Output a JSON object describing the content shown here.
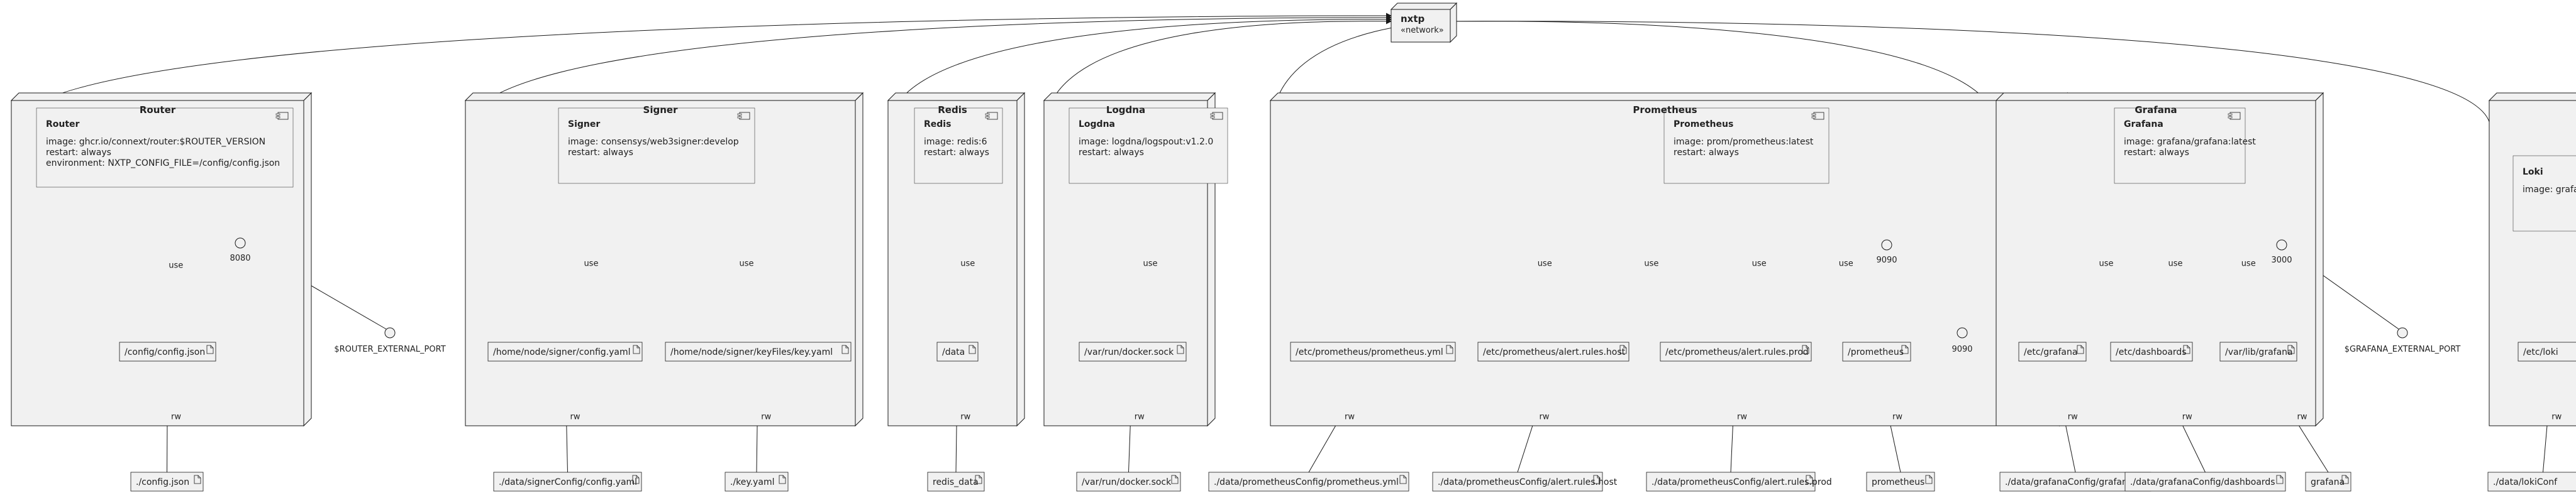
{
  "network": {
    "name": "nxtp",
    "stereotype": "«network»"
  },
  "edge_labels": {
    "use": "use",
    "rw": "rw"
  },
  "nodes": [
    {
      "title": "Router",
      "component": {
        "name": "Router",
        "lines": [
          "image: ghcr.io/connext/router:$ROUTER_VERSION",
          "restart: always",
          "environment: NXTP_CONFIG_FILE=/config/config.json"
        ]
      },
      "port": "8080",
      "external_port": "$ROUTER_EXTERNAL_PORT",
      "volumes": [
        {
          "container": "/config/config.json",
          "host": "./config.json"
        }
      ]
    },
    {
      "title": "Signer",
      "component": {
        "name": "Signer",
        "lines": [
          "image: consensys/web3signer:develop",
          "restart: always"
        ]
      },
      "volumes": [
        {
          "container": "/home/node/signer/config.yaml",
          "host": "./data/signerConfig/config.yaml"
        },
        {
          "container": "/home/node/signer/keyFiles/key.yaml",
          "host": "./key.yaml"
        }
      ]
    },
    {
      "title": "Redis",
      "component": {
        "name": "Redis",
        "lines": [
          "image: redis:6",
          "restart: always"
        ]
      },
      "volumes": [
        {
          "container": "/data",
          "host": "redis_data"
        }
      ]
    },
    {
      "title": "Logdna",
      "component": {
        "name": "Logdna",
        "lines": [
          "image: logdna/logspout:v1.2.0",
          "restart: always"
        ]
      },
      "volumes": [
        {
          "container": "/var/run/docker.sock",
          "host": "/var/run/docker.sock"
        }
      ]
    },
    {
      "title": "Prometheus",
      "component": {
        "name": "Prometheus",
        "lines": [
          "image: prom/prometheus:latest",
          "restart: always"
        ]
      },
      "port": "9090",
      "external_port": "9090",
      "volumes": [
        {
          "container": "/etc/prometheus/prometheus.yml",
          "host": "./data/prometheusConfig/prometheus.yml"
        },
        {
          "container": "/etc/prometheus/alert.rules.host",
          "host": "./data/prometheusConfig/alert.rules.host"
        },
        {
          "container": "/etc/prometheus/alert.rules.prod",
          "host": "./data/prometheusConfig/alert.rules.prod"
        },
        {
          "container": "/prometheus",
          "host": "prometheus"
        }
      ]
    },
    {
      "title": "Grafana",
      "component": {
        "name": "Grafana",
        "lines": [
          "image: grafana/grafana:latest",
          "restart: always"
        ]
      },
      "port": "3000",
      "external_port": "$GRAFANA_EXTERNAL_PORT",
      "volumes": [
        {
          "container": "/etc/grafana",
          "host": "./data/grafanaConfig/grafana"
        },
        {
          "container": "/etc/dashboards",
          "host": "./data/grafanaConfig/dashboards"
        },
        {
          "container": "/var/lib/grafana",
          "host": "grafana"
        }
      ]
    },
    {
      "title": "Lo",
      "component": {
        "name": "Loki",
        "lines": [
          "image: grafa"
        ]
      },
      "volumes": [
        {
          "container": "/etc/loki",
          "host": "./data/lokiConf"
        }
      ]
    }
  ]
}
